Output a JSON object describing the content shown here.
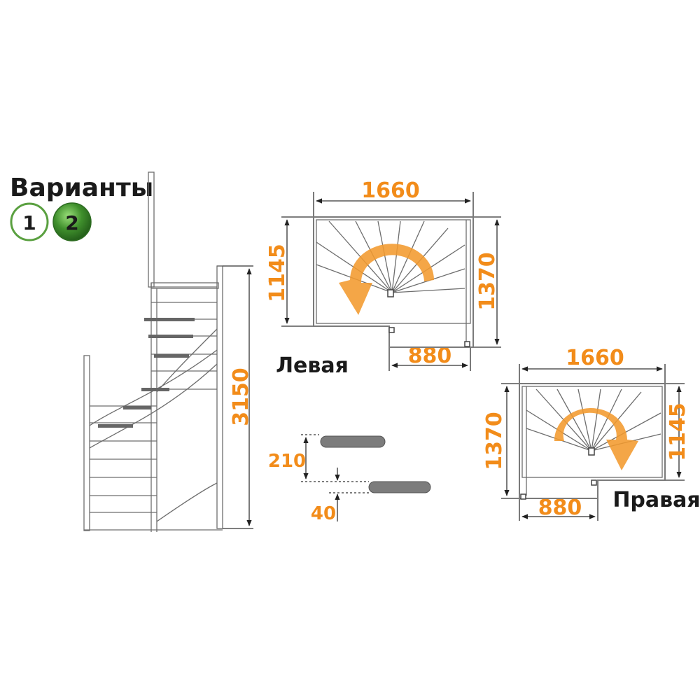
{
  "variants": {
    "title": "Варианты",
    "options": [
      {
        "label": "1",
        "selected": false
      },
      {
        "label": "2",
        "selected": true
      }
    ]
  },
  "side_view": {
    "height_dim": "3150"
  },
  "plan_left": {
    "label": "Левая",
    "width_top": "1660",
    "height_left": "1145",
    "height_right": "1370",
    "width_bottom": "880"
  },
  "plan_right": {
    "label": "Правая",
    "width_top": "1660",
    "height_left": "1370",
    "height_right": "1145",
    "width_bottom": "880"
  },
  "step_detail": {
    "rise": "210",
    "thickness": "40"
  },
  "colors": {
    "dimension": "#f28c1a",
    "arrow": "#f39a2e",
    "selected_variant": "#3f8f2c",
    "unselected_ring": "#5aa040"
  }
}
